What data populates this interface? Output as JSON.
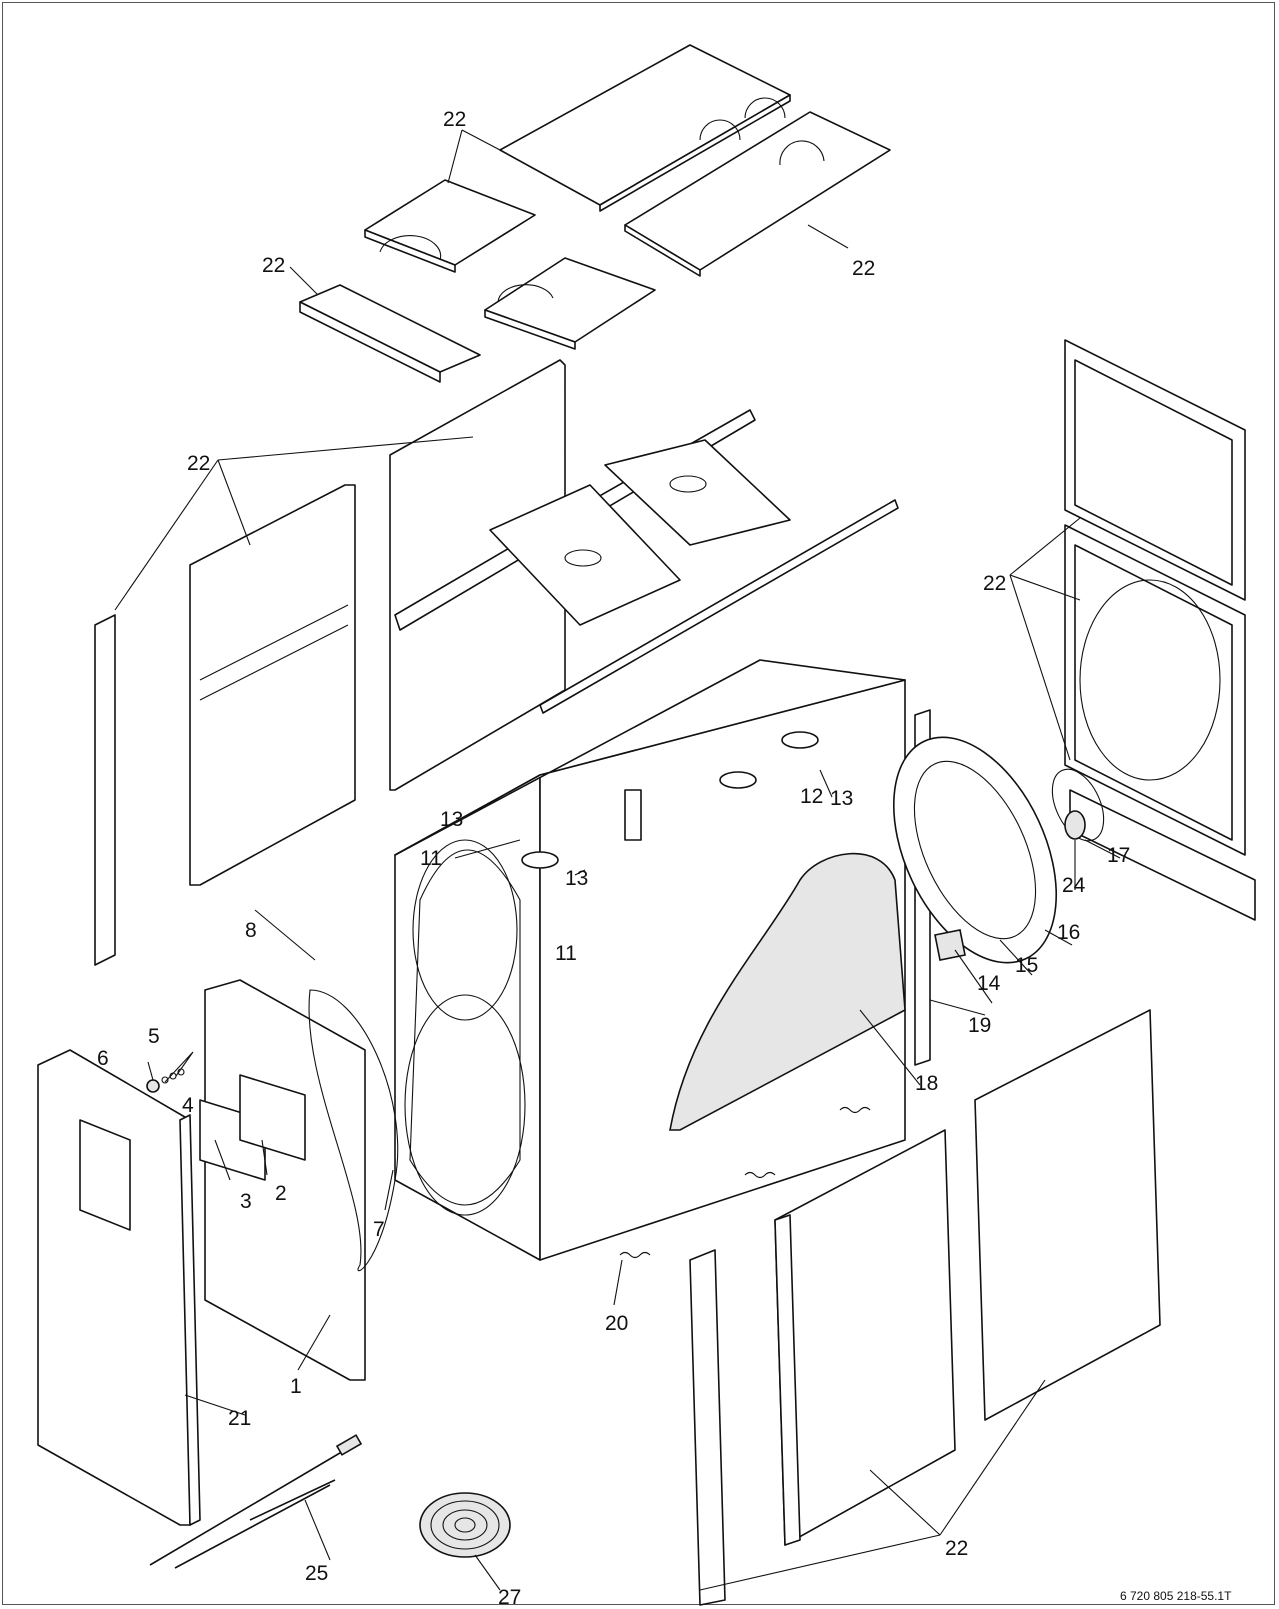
{
  "labels": {
    "p22_top": "22",
    "p22_top_right": "22",
    "p22_top_left": "22",
    "p22_left": "22",
    "p22_right": "22",
    "p22_bottom": "22",
    "p1": "1",
    "p2": "2",
    "p3": "3",
    "p4": "4",
    "p5": "5",
    "p6": "6",
    "p7": "7",
    "p8": "8",
    "p11a": "11",
    "p11b": "11",
    "p12": "12",
    "p13a": "13",
    "p13b": "13",
    "p13c": "13",
    "p14": "14",
    "p15": "15",
    "p16": "16",
    "p17": "17",
    "p18": "18",
    "p19": "19",
    "p20": "20",
    "p21": "21",
    "p24": "24",
    "p25": "25",
    "p27": "27"
  },
  "figure_code": "6 720 805 218-55.1T"
}
